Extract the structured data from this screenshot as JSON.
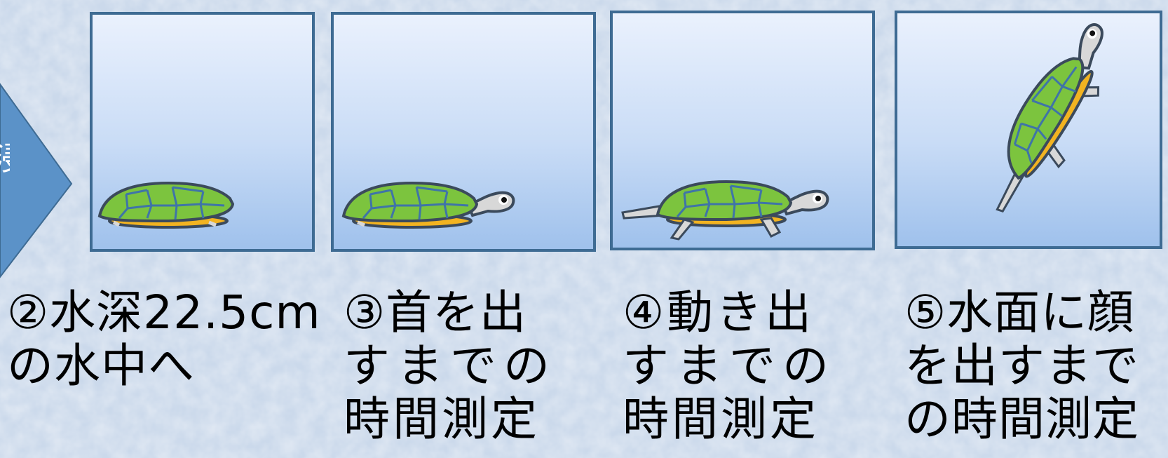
{
  "arrow": {
    "label": "浸",
    "color": "#5b92c8"
  },
  "panels": [
    {
      "caption_line1": "②水深22.5cm",
      "caption_line2": "の水中へ",
      "caption_line3": ""
    },
    {
      "caption_line1": "③首を出",
      "caption_line2": "すまでの",
      "caption_line3": "時間測定"
    },
    {
      "caption_line1": "④動き出",
      "caption_line2": "すまでの",
      "caption_line3": "時間測定"
    },
    {
      "caption_line1": "⑤水面に顔",
      "caption_line2": "を出すまで",
      "caption_line3": "の時間測定"
    }
  ],
  "colors": {
    "panel_border": "#3e6b93",
    "turtle_shell": "#7cc43e",
    "turtle_outline": "#3b4a5c",
    "turtle_plastron": "#f2b321",
    "turtle_skin": "#d8d8d8"
  }
}
